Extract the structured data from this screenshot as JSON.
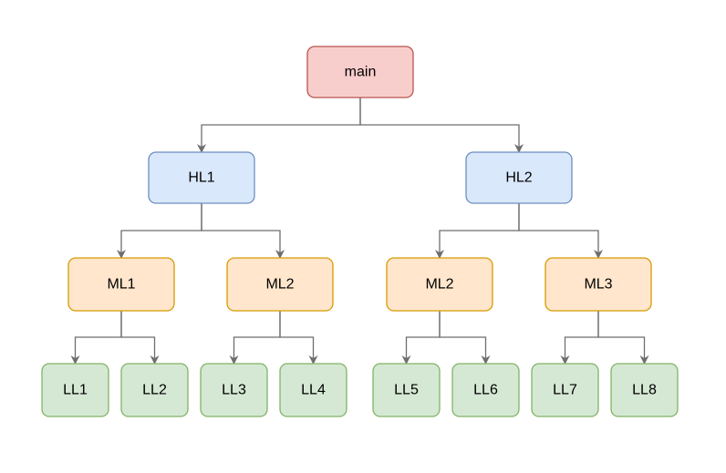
{
  "diagram": {
    "nodes": [
      {
        "id": "main",
        "label": "main",
        "style": "red"
      },
      {
        "id": "hl1",
        "label": "HL1",
        "style": "blue"
      },
      {
        "id": "hl2",
        "label": "HL2",
        "style": "blue"
      },
      {
        "id": "ml1",
        "label": "ML1",
        "style": "orange"
      },
      {
        "id": "ml2a",
        "label": "ML2",
        "style": "orange"
      },
      {
        "id": "ml2b",
        "label": "ML2",
        "style": "orange"
      },
      {
        "id": "ml3",
        "label": "ML3",
        "style": "orange"
      },
      {
        "id": "ll1",
        "label": "LL1",
        "style": "green"
      },
      {
        "id": "ll2",
        "label": "LL2",
        "style": "green"
      },
      {
        "id": "ll3",
        "label": "LL3",
        "style": "green"
      },
      {
        "id": "ll4",
        "label": "LL4",
        "style": "green"
      },
      {
        "id": "ll5",
        "label": "LL5",
        "style": "green"
      },
      {
        "id": "ll6",
        "label": "LL6",
        "style": "green"
      },
      {
        "id": "ll7",
        "label": "LL7",
        "style": "green"
      },
      {
        "id": "ll8",
        "label": "LL8",
        "style": "green"
      }
    ],
    "edges": [
      [
        "main",
        "hl1"
      ],
      [
        "main",
        "hl2"
      ],
      [
        "hl1",
        "ml1"
      ],
      [
        "hl1",
        "ml2a"
      ],
      [
        "hl2",
        "ml2b"
      ],
      [
        "hl2",
        "ml3"
      ],
      [
        "ml1",
        "ll1"
      ],
      [
        "ml1",
        "ll2"
      ],
      [
        "ml2a",
        "ll3"
      ],
      [
        "ml2a",
        "ll4"
      ],
      [
        "ml2b",
        "ll5"
      ],
      [
        "ml2b",
        "ll6"
      ],
      [
        "ml3",
        "ll7"
      ],
      [
        "ml3",
        "ll8"
      ]
    ],
    "colors": {
      "red": {
        "fill": "#f8cecc",
        "stroke": "#b85450"
      },
      "blue": {
        "fill": "#dae8fc",
        "stroke": "#6c8ebf"
      },
      "orange": {
        "fill": "#ffe6cc",
        "stroke": "#d79b00"
      },
      "green": {
        "fill": "#d5e8d4",
        "stroke": "#82b366"
      },
      "edge": "#6e6e6e"
    }
  }
}
